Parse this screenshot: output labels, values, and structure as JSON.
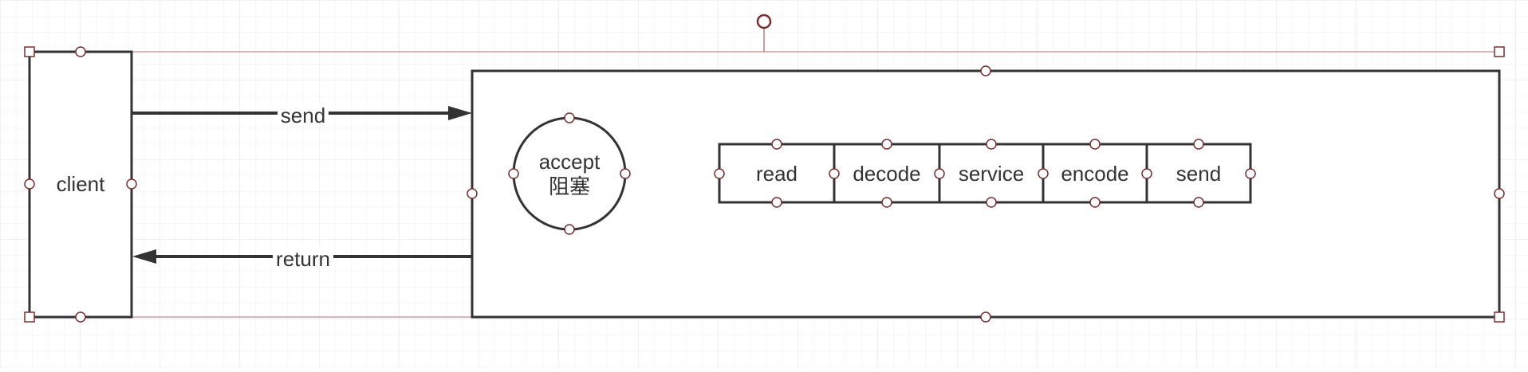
{
  "colors": {
    "stroke": "#333333",
    "grid_minor": "#f1f1f1",
    "grid_major": "#e3e3e3",
    "selection": "#b97e7e",
    "handle": "#7a2e2e"
  },
  "client": {
    "label": "client"
  },
  "server": {
    "accept_line1": "accept",
    "accept_line2": "阻塞",
    "steps": [
      "read",
      "decode",
      "service",
      "encode",
      "send"
    ]
  },
  "arrows": {
    "request": "send",
    "response": "return"
  }
}
